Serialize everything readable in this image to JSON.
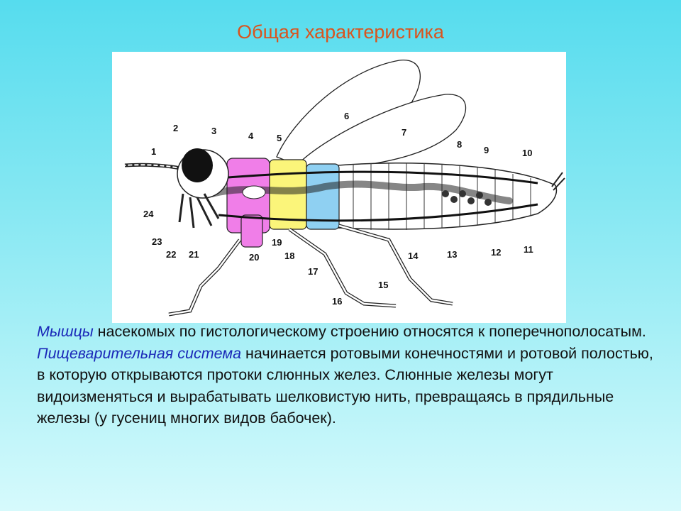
{
  "slide": {
    "title": "Общая характеристика"
  },
  "figure": {
    "labels": [
      "1",
      "2",
      "3",
      "4",
      "5",
      "6",
      "7",
      "8",
      "9",
      "10",
      "11",
      "12",
      "13",
      "14",
      "15",
      "16",
      "17",
      "18",
      "19",
      "20",
      "21",
      "22",
      "23",
      "24"
    ]
  },
  "text": {
    "p1_term": "Мышцы",
    "p1_rest": " насекомых по гистологическому строению относятся к поперечнополосатым.",
    "p2_term": "Пищеварительная система",
    "p2_rest": " начинается ротовыми конечностями и ротовой полостью, в которую открываются протоки слюнных желез. Слюнные железы могут видоизменяться и вырабатывать шелковистую нить, превращаясь в прядильные железы (у гусениц многих видов бабочек)."
  },
  "colors": {
    "title": "#d9541e",
    "term": "#1a28b8",
    "prothorax": "#f07ee8",
    "mesothorax": "#fbf57a",
    "metathorax": "#8fd0f2"
  }
}
